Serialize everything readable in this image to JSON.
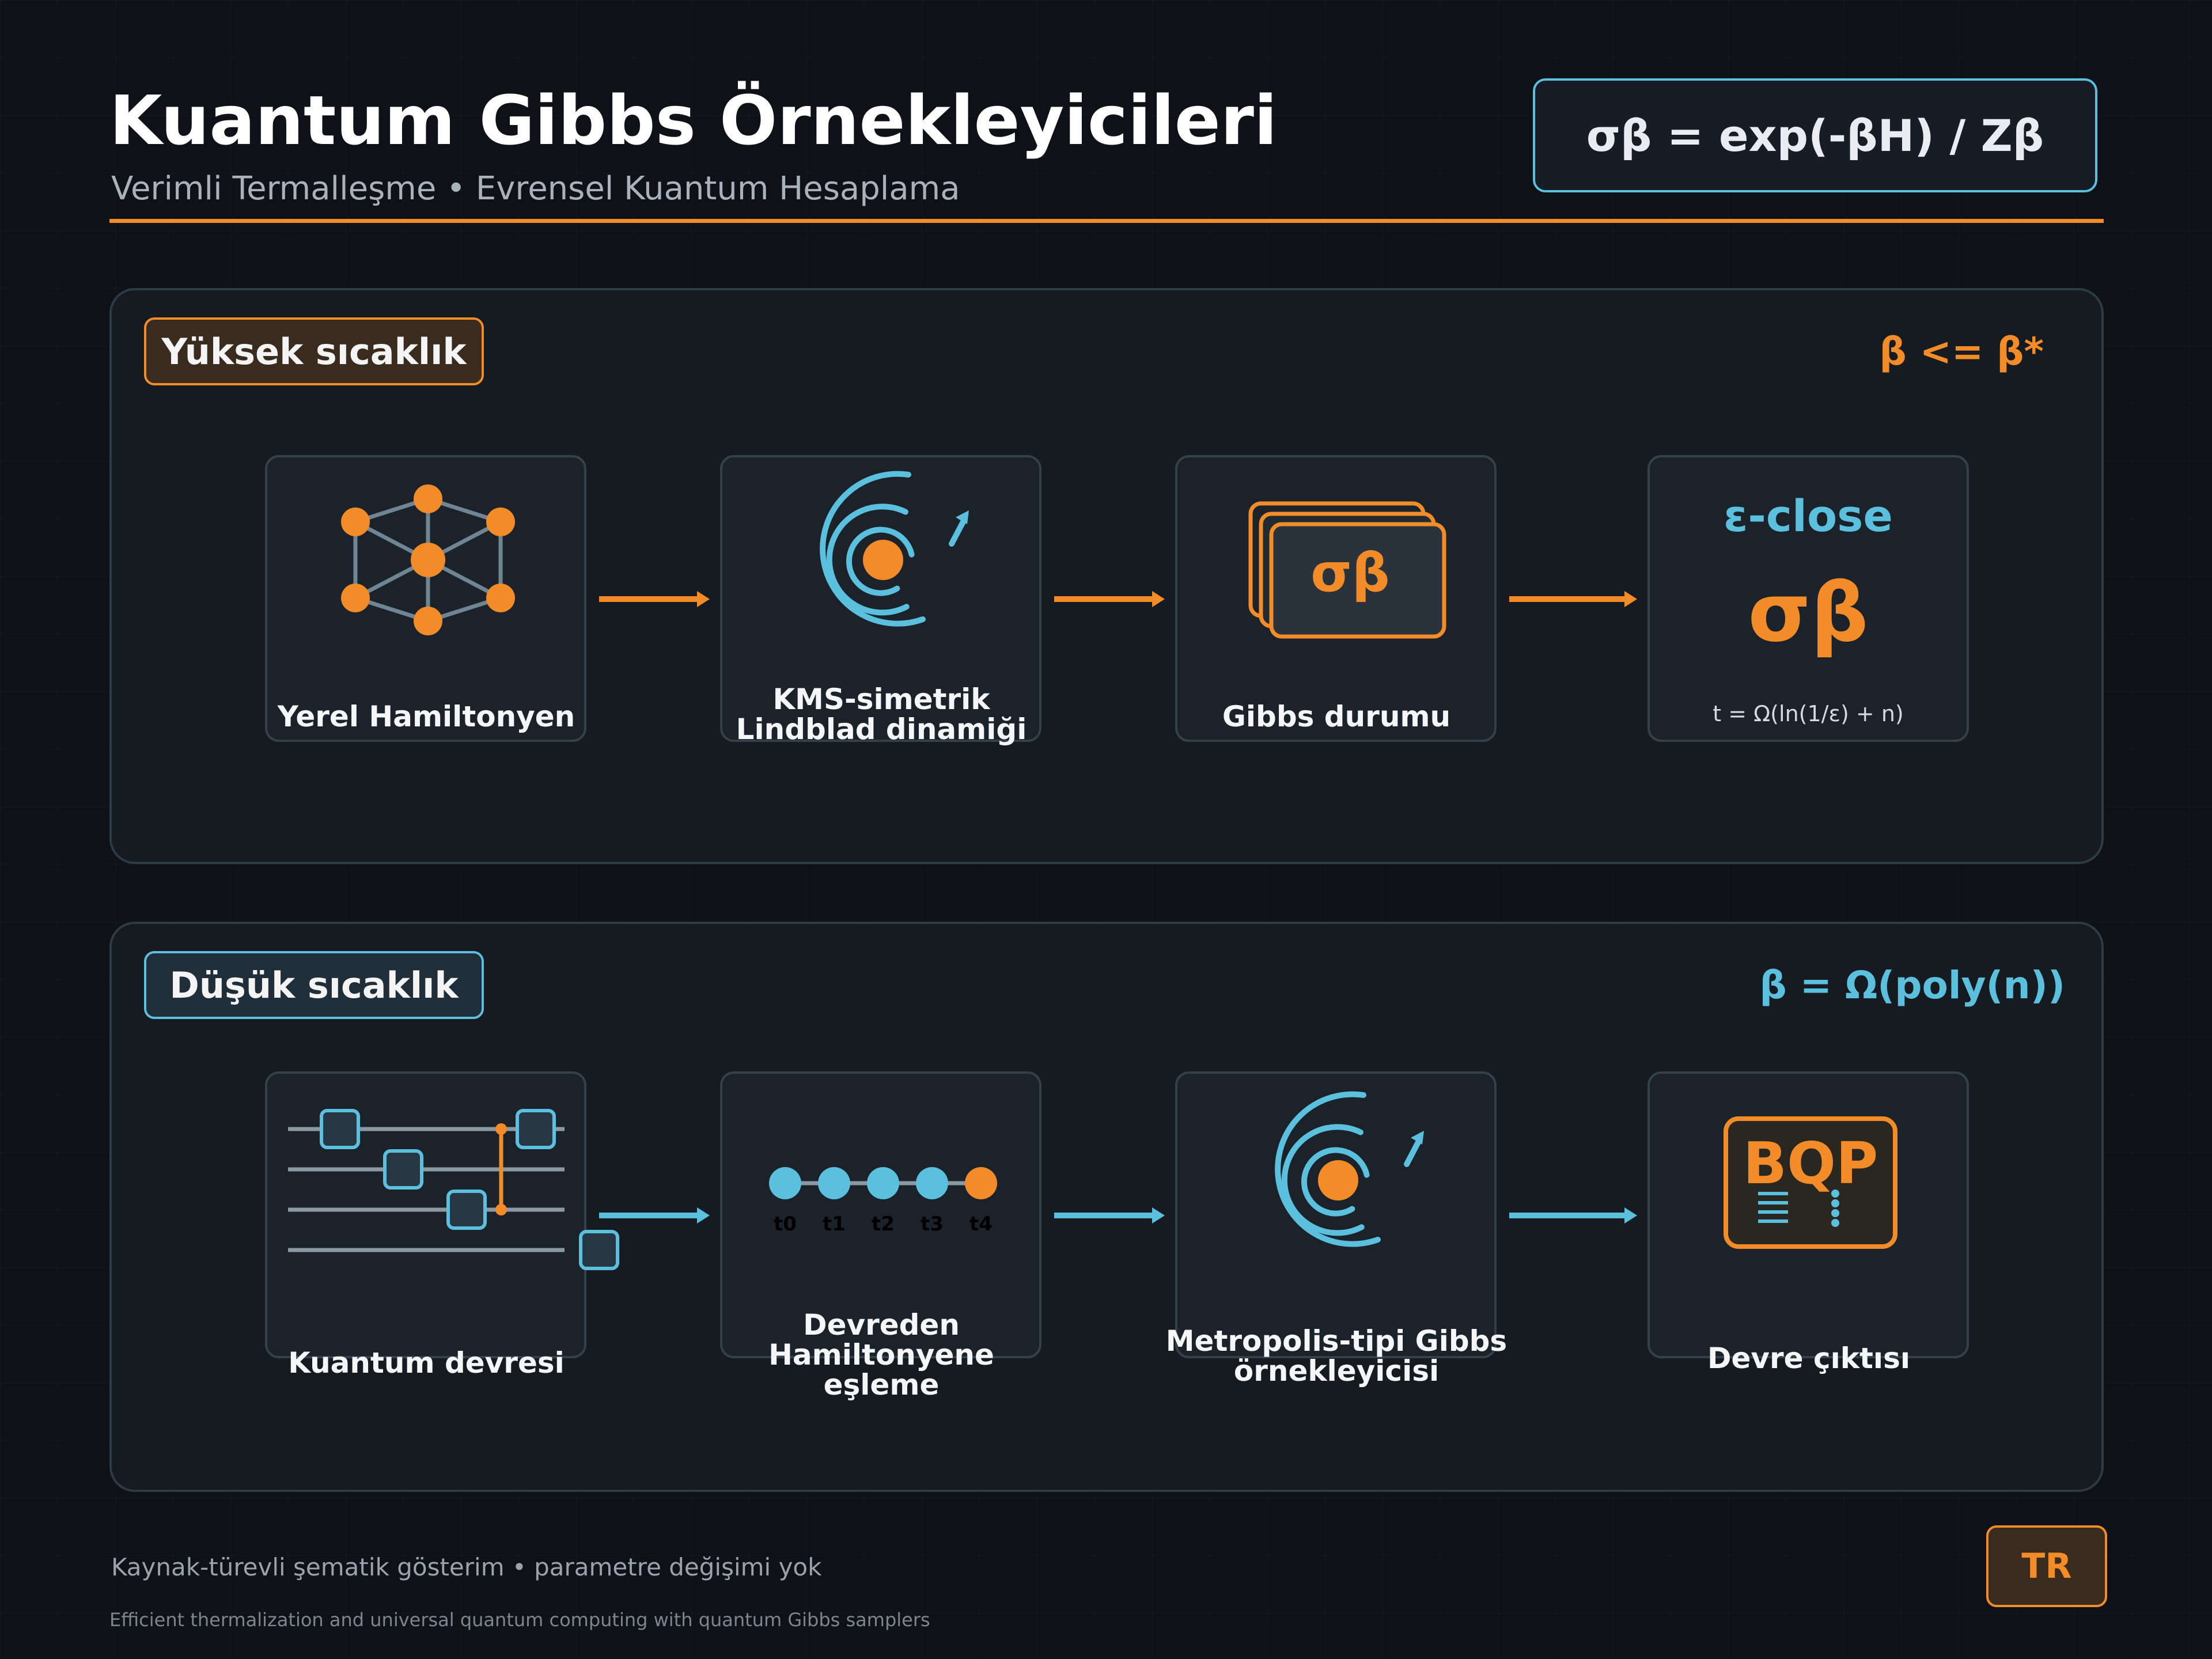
{
  "header": {
    "title": "Kuantum Gibbs Örnekleyicileri",
    "subtitle": "Verimli Termalleşme • Evrensel Kuantum Hesaplama",
    "formula": "σβ = exp(-βH) / Zβ"
  },
  "high_temp": {
    "tag": "Yüksek sıcaklık",
    "condition": "β <= β*",
    "steps": [
      {
        "label": "Yerel Hamiltonyen",
        "icon": "lattice-icon"
      },
      {
        "label_line1": "KMS-simetrik",
        "label_line2": "Lindblad dinamiği",
        "icon": "spiral-dynamics-icon"
      },
      {
        "label": "Gibbs durumu",
        "icon": "stacked-state-cards-icon",
        "card_text": "σβ"
      },
      {
        "eps_label": "ε-close",
        "state": "σβ",
        "time_bound": "t = Ω(ln(1/ε) + n)"
      }
    ]
  },
  "low_temp": {
    "tag": "Düşük sıcaklık",
    "condition": "β = Ω(poly(n))",
    "steps": [
      {
        "label": "Kuantum devresi",
        "icon": "quantum-circuit-icon"
      },
      {
        "label_line1": "Devreden",
        "label_line2": "Hamiltonyene",
        "label_line3": "eşleme",
        "icon": "time-chain-icon",
        "ticks": [
          "t0",
          "t1",
          "t2",
          "t3",
          "t4"
        ]
      },
      {
        "label_line1": "Metropolis-tipi Gibbs",
        "label_line2": "örnekleyicisi",
        "icon": "spiral-dynamics-icon"
      },
      {
        "label": "Devre çıktısı",
        "icon": "bqp-chip-icon",
        "chip_text": "BQP"
      }
    ]
  },
  "footer": {
    "note": "Kaynak-türevli şematik gösterim • parametre değişimi yok",
    "source": "Efficient thermalization and universal quantum computing with quantum Gibbs samplers",
    "lang_badge": "TR"
  },
  "colors": {
    "accent_orange": "#f28c28",
    "accent_cyan": "#5bc0de",
    "background": "#0e1217"
  }
}
